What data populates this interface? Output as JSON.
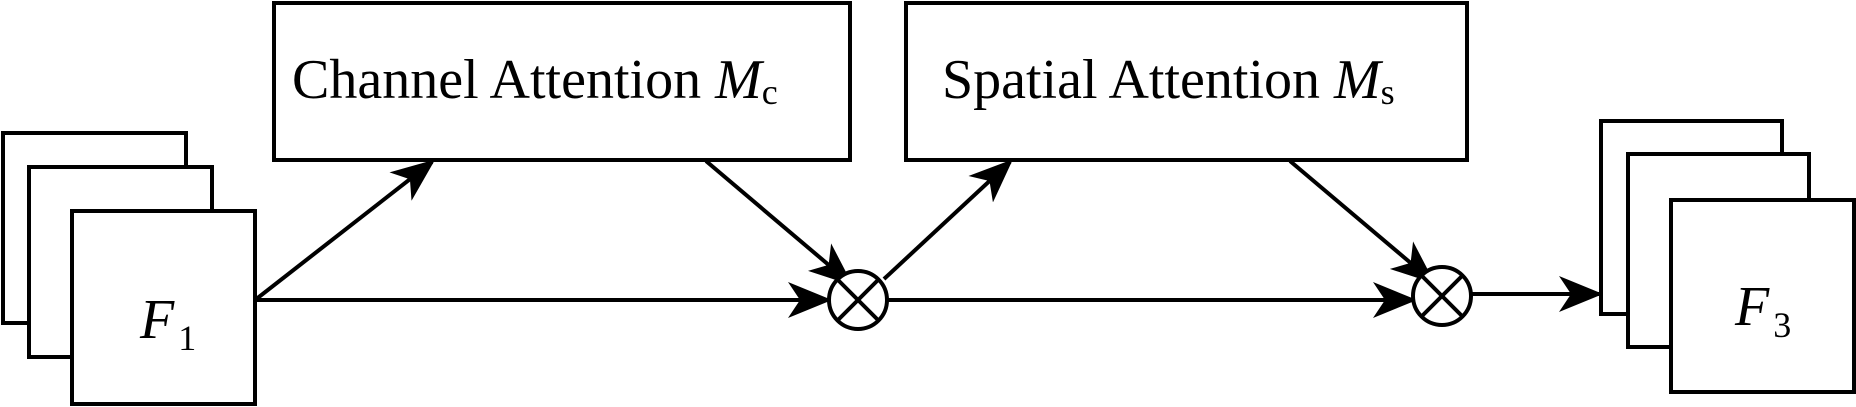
{
  "diagram": {
    "channel_attention": {
      "text": "Channel Attention ",
      "var": "M",
      "sub": "c"
    },
    "spatial_attention": {
      "text": "Spatial Attention ",
      "var": "M",
      "sub": "s"
    },
    "input_feature": {
      "var": "F",
      "sub": "1"
    },
    "output_feature": {
      "var": "F",
      "sub": "3"
    },
    "operator_symbol": "element-wise multiplication",
    "colors": {
      "stroke": "#000000",
      "background": "#ffffff"
    }
  }
}
